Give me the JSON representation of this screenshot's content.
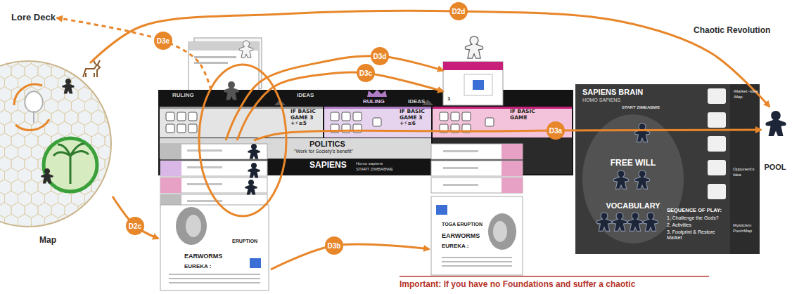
{
  "diagram": {
    "nodes": [
      {
        "text": [
          "Lore Deck"
        ]
      },
      {
        "text": [
          "Map"
        ]
      },
      {
        "text": [
          "ERUPTION",
          "EARWORMS",
          "EUREKA :"
        ]
      },
      {
        "text": [
          "RULING",
          "IDEAS",
          "RULING",
          "IDEAS",
          "IF BASIC GAME 3 +⚡≥5",
          "IF BASIC GAME 3 +⚡≥6",
          "IF BASIC GAME",
          "POLITICS",
          "\"Work for Society's benefit\"",
          "SAPIENS",
          "Homo sapiens",
          "START ZIMBABWE"
        ]
      },
      {
        "text": [
          "1"
        ]
      },
      {
        "text": [
          "TOGA ERUPTION",
          "EARWORMS",
          "EUREKA :"
        ]
      },
      {
        "text": [
          "SAPIENS BRAIN",
          "HOMO SAPIENS",
          "START ZIMBABWE",
          "-Market -Idea -Map",
          "Opponent's Idea",
          "Mysticism Pool=Map",
          "FREE WILL",
          "VOCABULARY",
          "SEQUENCE OF PLAY:",
          "1. Challenge the Gods?",
          "2. Activities",
          "3. Footprint & Restore Market"
        ]
      },
      {
        "text": [
          "POOL"
        ]
      }
    ],
    "edges": [
      {
        "from": 1,
        "to": 7,
        "label": "D2d",
        "arrow": "to"
      },
      {
        "from": 3,
        "to": 0,
        "label": "D3e",
        "arrow": "to"
      },
      {
        "from": 2,
        "to": 4,
        "label": "D3d",
        "arrow": "to"
      },
      {
        "from": 2,
        "to": 4,
        "label": "D3c",
        "arrow": "to"
      },
      {
        "from": 2,
        "to": 7,
        "label": "D3a",
        "arrow": "to"
      },
      {
        "from": 1,
        "to": 2,
        "label": "D2c",
        "arrow": "to"
      },
      {
        "from": 2,
        "to": 5,
        "label": "D3b",
        "arrow": "to"
      }
    ],
    "labels": [
      "Chaotic Revolution",
      "Important: If you have no Foundations and suffer a chaotic"
    ]
  }
}
